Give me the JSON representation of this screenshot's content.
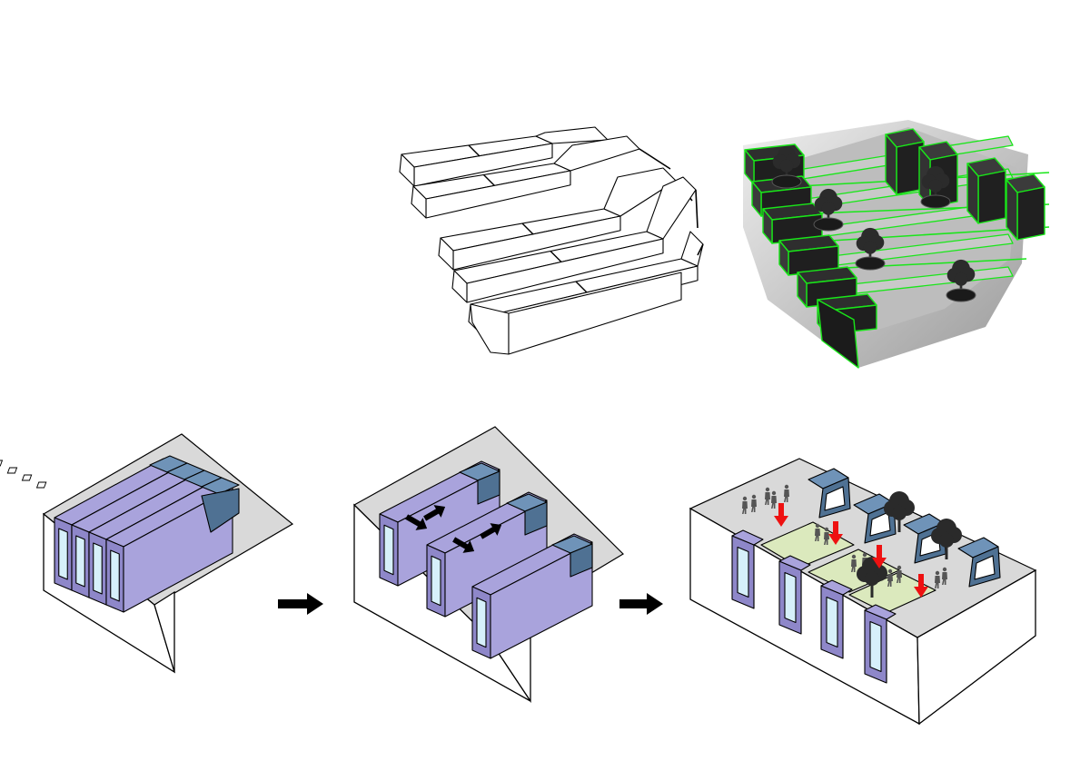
{
  "colors": {
    "background": "#ffffff",
    "line": "#000000",
    "ground_gray": "#d9d9d9",
    "wall_white": "#ffffff",
    "volume_purple": "#a9a3dc",
    "volume_purple_dark": "#8e87c9",
    "volume_blue": "#6f93b8",
    "volume_blue_dark": "#4f7193",
    "glass": "#d6f0fa",
    "green_outline": "#19e619",
    "render_dark": "#2e2e2e",
    "render_mid": "#8a8a8a",
    "render_light": "#c9c9c9",
    "plaza_green": "#dbe9bd",
    "red_arrow": "#ee1111",
    "people_gray": "#555555"
  },
  "icons": [
    "right-arrow-icon",
    "push-arrow-icon",
    "down-arrow-icon",
    "people-icon",
    "tree-icon"
  ],
  "panels": {
    "top_left": "line-drawing",
    "top_right": "render-with-outline",
    "bottom": [
      "joined-volumes",
      "separated-volumes",
      "occupied-volumes"
    ]
  }
}
